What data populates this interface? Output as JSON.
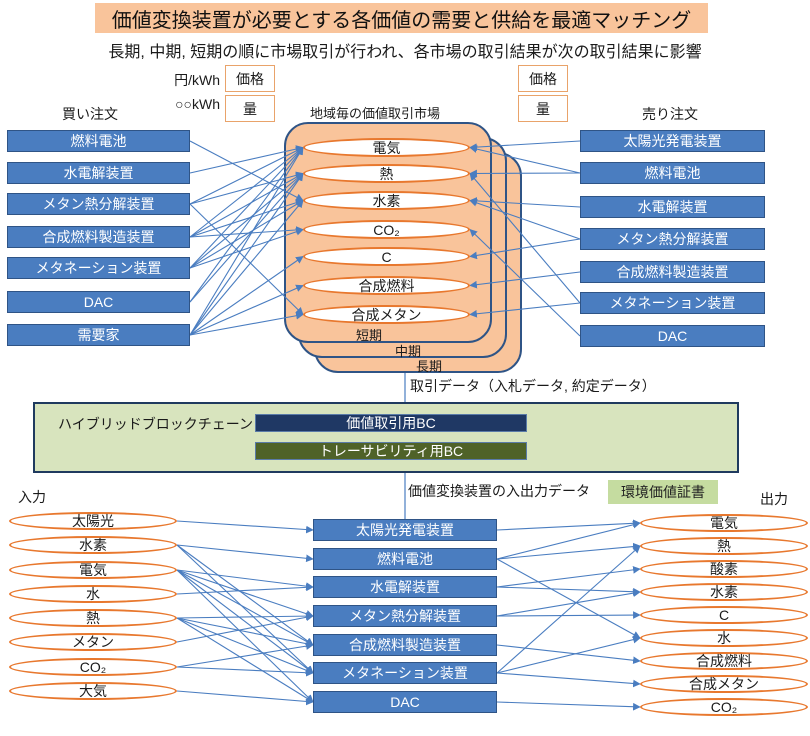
{
  "header": {
    "title": "価値変換装置が必要とする各価値の需要と供給を最適マッチング",
    "subtitle": "長期, 中期, 短期の順に市場取引が行われ、各市場の取引結果が次の取引結果に影響"
  },
  "legend": {
    "price_unit": "円/kWh",
    "quantity_unit": "○○kWh",
    "price_label": "価格",
    "quantity_label": "量"
  },
  "buy_orders": {
    "heading": "買い注文",
    "items": [
      "燃料電池",
      "水電解装置",
      "メタン熱分解装置",
      "合成燃料製造装置",
      "メタネーション装置",
      "DAC",
      "需要家"
    ]
  },
  "market": {
    "heading": "地域毎の価値取引市場",
    "values": [
      "電気",
      "熱",
      "水素",
      "CO₂",
      "C",
      "合成燃料",
      "合成メタン"
    ],
    "terms": [
      "短期",
      "中期",
      "長期"
    ]
  },
  "sell_orders": {
    "heading": "売り注文",
    "items": [
      "太陽光発電装置",
      "燃料電池",
      "水電解装置",
      "メタン熱分解装置",
      "合成燃料製造装置",
      "メタネーション装置",
      "DAC"
    ]
  },
  "buy_links": [
    [
      0,
      2
    ],
    [
      1,
      0
    ],
    [
      2,
      0
    ],
    [
      2,
      1
    ],
    [
      2,
      6
    ],
    [
      3,
      0
    ],
    [
      3,
      1
    ],
    [
      3,
      2
    ],
    [
      3,
      3
    ],
    [
      4,
      0
    ],
    [
      4,
      1
    ],
    [
      4,
      2
    ],
    [
      4,
      3
    ],
    [
      5,
      0
    ],
    [
      5,
      1
    ],
    [
      6,
      0
    ],
    [
      6,
      1
    ],
    [
      6,
      2
    ],
    [
      6,
      4
    ],
    [
      6,
      5
    ],
    [
      6,
      6
    ]
  ],
  "sell_links": [
    [
      0,
      0
    ],
    [
      1,
      0
    ],
    [
      1,
      1
    ],
    [
      2,
      2
    ],
    [
      3,
      2
    ],
    [
      3,
      4
    ],
    [
      4,
      5
    ],
    [
      5,
      1
    ],
    [
      5,
      6
    ],
    [
      6,
      3
    ]
  ],
  "trade_data_label": "取引データ（入札データ, 約定データ）",
  "blockchain": {
    "label": "ハイブリッドブロックチェーン",
    "bars": [
      "価値取引用BC",
      "トレーサビリティ用BC"
    ]
  },
  "io_data_label": "価値変換装置の入出力データ",
  "env_certificate_label": "環境価値証書",
  "conversion": {
    "input_heading": "入力",
    "inputs": [
      "太陽光",
      "水素",
      "電気",
      "水",
      "熱",
      "メタン",
      "CO₂",
      "大気"
    ],
    "devices": [
      "太陽光発電装置",
      "燃料電池",
      "水電解装置",
      "メタン熱分解装置",
      "合成燃料製造装置",
      "メタネーション装置",
      "DAC"
    ],
    "output_heading": "出力",
    "outputs": [
      "電気",
      "熱",
      "酸素",
      "水素",
      "C",
      "水",
      "合成燃料",
      "合成メタン",
      "CO₂"
    ],
    "input_links": [
      [
        0,
        0
      ],
      [
        1,
        1
      ],
      [
        1,
        4
      ],
      [
        1,
        5
      ],
      [
        2,
        2
      ],
      [
        2,
        3
      ],
      [
        2,
        4
      ],
      [
        2,
        5
      ],
      [
        2,
        6
      ],
      [
        3,
        2
      ],
      [
        4,
        3
      ],
      [
        4,
        4
      ],
      [
        4,
        5
      ],
      [
        4,
        6
      ],
      [
        5,
        3
      ],
      [
        6,
        4
      ],
      [
        6,
        5
      ],
      [
        7,
        6
      ]
    ],
    "output_links": [
      [
        0,
        0
      ],
      [
        1,
        0
      ],
      [
        1,
        1
      ],
      [
        1,
        5
      ],
      [
        2,
        2
      ],
      [
        2,
        3
      ],
      [
        3,
        3
      ],
      [
        3,
        4
      ],
      [
        4,
        6
      ],
      [
        5,
        1
      ],
      [
        5,
        5
      ],
      [
        5,
        7
      ],
      [
        6,
        8
      ]
    ]
  },
  "colors": {
    "blue": "#4A7DC0",
    "orange": "#E8782E",
    "market": "#F9C49B",
    "title": "#F9C49B",
    "bc": "#D8E4BE",
    "bc-trade": "#1F3864",
    "bc-trace": "#4F6228",
    "cert": "#C5DCA0",
    "line": "#4A7DC0"
  }
}
